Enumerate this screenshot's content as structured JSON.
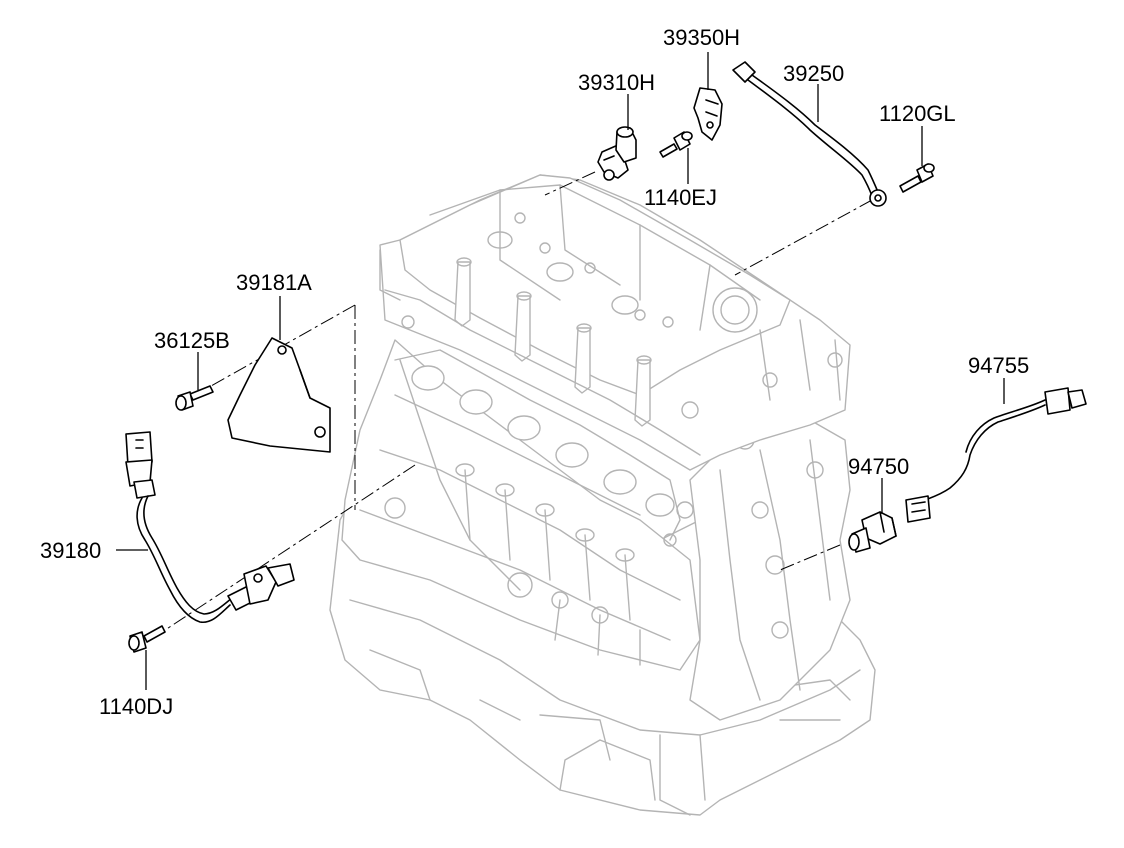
{
  "diagram": {
    "parts": [
      {
        "id": "p39350H",
        "number": "39350H"
      },
      {
        "id": "p39310H",
        "number": "39310H"
      },
      {
        "id": "p39250",
        "number": "39250"
      },
      {
        "id": "p1120GL",
        "number": "1120GL"
      },
      {
        "id": "p1140EJ",
        "number": "1140EJ"
      },
      {
        "id": "p39181A",
        "number": "39181A"
      },
      {
        "id": "p36125B",
        "number": "36125B"
      },
      {
        "id": "p94755",
        "number": "94755"
      },
      {
        "id": "p94750",
        "number": "94750"
      },
      {
        "id": "p39180",
        "number": "39180"
      },
      {
        "id": "p1140DJ",
        "number": "1140DJ"
      }
    ]
  }
}
